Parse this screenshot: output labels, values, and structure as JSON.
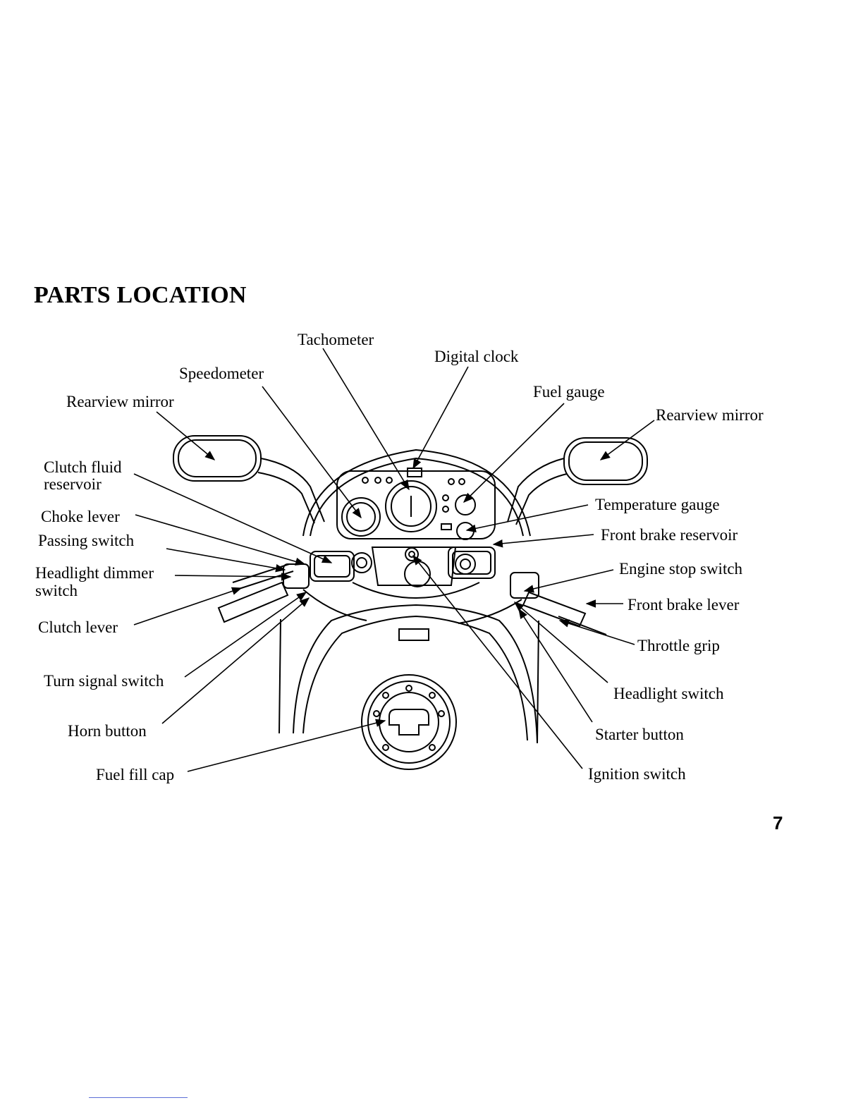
{
  "page": {
    "title": "PARTS LOCATION",
    "page_number": "7"
  },
  "labels": {
    "tachometer": "Tachometer",
    "digital_clock": "Digital clock",
    "speedometer": "Speedometer",
    "fuel_gauge": "Fuel gauge",
    "rearview_mirror_left": "Rearview mirror",
    "rearview_mirror_right": "Rearview mirror",
    "clutch_fluid_reservoir_1": "Clutch fluid",
    "clutch_fluid_reservoir_2": "reservoir",
    "choke_lever": "Choke lever",
    "passing_switch": "Passing switch",
    "headlight_dimmer_switch_1": "Headlight dimmer",
    "headlight_dimmer_switch_2": "switch",
    "clutch_lever": "Clutch lever",
    "turn_signal_switch": "Turn signal switch",
    "horn_button": "Horn button",
    "fuel_fill_cap": "Fuel fill cap",
    "temperature_gauge": "Temperature gauge",
    "front_brake_reservoir": "Front brake reservoir",
    "engine_stop_switch": "Engine stop switch",
    "front_brake_lever": "Front brake lever",
    "throttle_grip": "Throttle grip",
    "headlight_switch": "Headlight switch",
    "starter_button": "Starter button",
    "ignition_switch": "Ignition switch"
  }
}
